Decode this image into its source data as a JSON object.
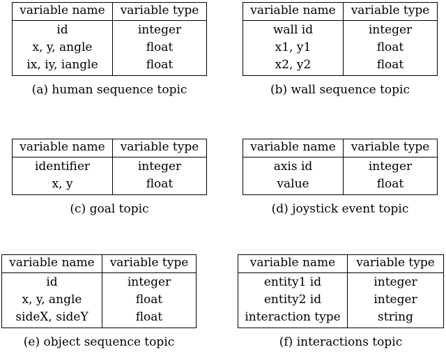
{
  "figure": {
    "columns": [
      "variable name",
      "variable type"
    ],
    "subfigures": [
      {
        "key": "a",
        "caption": "(a) human sequence topic",
        "rows": [
          {
            "name": "id",
            "type": "integer"
          },
          {
            "name": "x, y, angle",
            "type": "float"
          },
          {
            "name": "ix, iy, iangle",
            "type": "float"
          }
        ]
      },
      {
        "key": "b",
        "caption": "(b) wall sequence topic",
        "rows": [
          {
            "name": "wall id",
            "type": "integer"
          },
          {
            "name": "x1, y1",
            "type": "float"
          },
          {
            "name": "x2, y2",
            "type": "float"
          }
        ]
      },
      {
        "key": "c",
        "caption": "(c) goal topic",
        "rows": [
          {
            "name": "identifier",
            "type": "integer"
          },
          {
            "name": "x, y",
            "type": "float"
          }
        ]
      },
      {
        "key": "d",
        "caption": "(d) joystick event topic",
        "rows": [
          {
            "name": "axis id",
            "type": "integer"
          },
          {
            "name": "value",
            "type": "float"
          }
        ]
      },
      {
        "key": "e",
        "caption": "(e) object sequence topic",
        "rows": [
          {
            "name": "id",
            "type": "integer"
          },
          {
            "name": "x, y, angle",
            "type": "float"
          },
          {
            "name": "sideX, sideY",
            "type": "float"
          }
        ]
      },
      {
        "key": "f",
        "caption": "(f) interactions topic",
        "rows": [
          {
            "name": "entity1 id",
            "type": "integer"
          },
          {
            "name": "entity2 id",
            "type": "integer"
          },
          {
            "name": "interaction type",
            "type": "string"
          }
        ]
      }
    ]
  }
}
